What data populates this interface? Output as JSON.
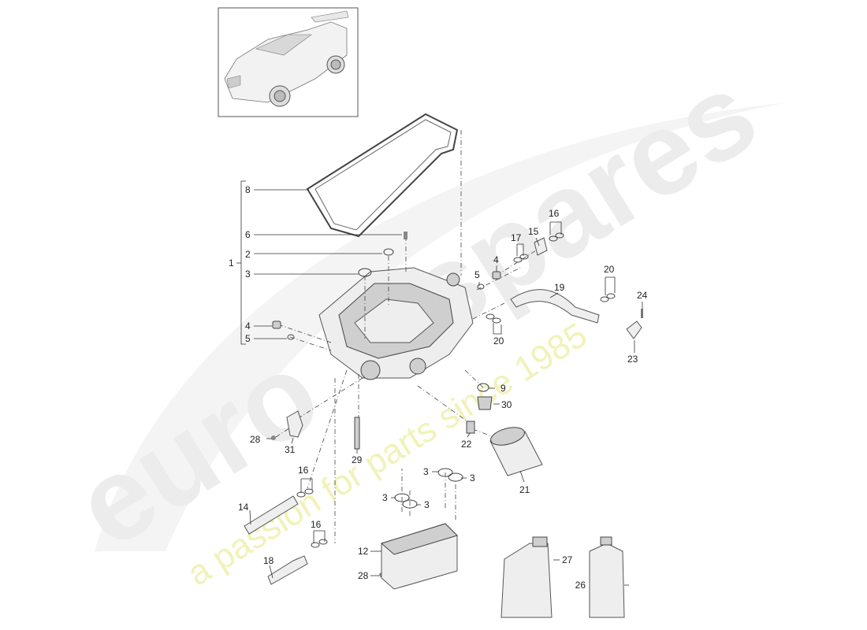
{
  "watermark": {
    "brand_left": "euro",
    "brand_right": "spares",
    "tagline": "a passion for parts since 1985",
    "brand_color": "#e6e6e6",
    "tagline_color": "#f2f2b8"
  },
  "callouts": {
    "c1": "1",
    "c2": "2",
    "c3": "3",
    "c4a": "4",
    "c4b": "4",
    "c5a": "5",
    "c5b": "5",
    "c6": "6",
    "c8": "8",
    "c9": "9",
    "c12": "12",
    "c14": "14",
    "c15": "15",
    "c16a": "16",
    "c16b": "16",
    "c16c": "16",
    "c17": "17",
    "c18": "18",
    "c19": "19",
    "c20a": "20",
    "c20b": "20",
    "c21": "21",
    "c22": "22",
    "c23": "23",
    "c24": "24",
    "c26": "26",
    "c27": "27",
    "c28a": "28",
    "c28b": "28",
    "c29": "29",
    "c30": "30",
    "c31": "31",
    "c3b": "3",
    "c3c": "3",
    "c3d": "3",
    "c3e": "3"
  }
}
